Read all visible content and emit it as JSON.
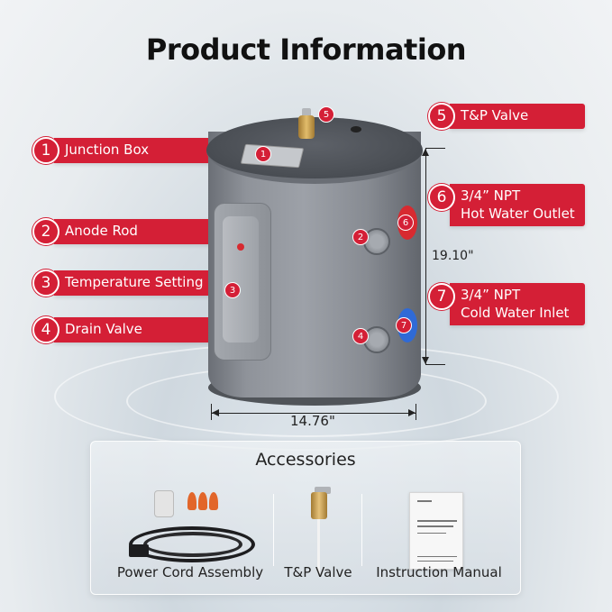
{
  "header": {
    "title": "Product Information"
  },
  "callouts": [
    {
      "number": "1",
      "label": "Junction Box"
    },
    {
      "number": "2",
      "label": "Anode Rod"
    },
    {
      "number": "3",
      "label": "Temperature Setting"
    },
    {
      "number": "4",
      "label": "Drain Valve"
    },
    {
      "number": "5",
      "label": "T&P Valve"
    },
    {
      "number": "6",
      "line1": "3/4”  NPT",
      "line2": "Hot Water Outlet"
    },
    {
      "number": "7",
      "line1": "3/4”  NPT",
      "line2": "Cold Water Inlet"
    }
  ],
  "dimensions": {
    "height": "19.10\"",
    "width": "14.76\""
  },
  "accessories": {
    "title": "Accessories",
    "items": [
      {
        "label": "Power Cord Assembly"
      },
      {
        "label": "T&P Valve"
      },
      {
        "label": "Instruction Manual"
      }
    ]
  },
  "colors": {
    "accent_red": "#d41f36",
    "cold_blue": "#2f6ad6",
    "hot_red": "#d72a30",
    "tank_gray": "#8f939a"
  }
}
